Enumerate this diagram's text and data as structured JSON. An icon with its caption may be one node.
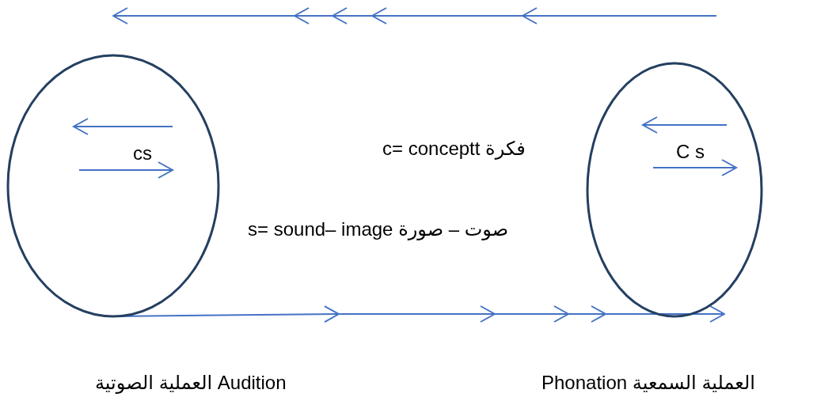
{
  "diagram": {
    "nodes": [
      {
        "text": [
          "cs"
        ]
      },
      {
        "text": [
          "C s"
        ]
      }
    ],
    "edges": [
      {
        "from": 1,
        "to": 0,
        "arrow": "to"
      },
      {
        "from": 0,
        "to": 1,
        "arrow": "to"
      }
    ],
    "labels": [
      "c= conceptt فكرة",
      "s= sound– image صوت – صورة",
      "العملية الصوتية Audition",
      "Phonation العملية السمعية"
    ]
  }
}
